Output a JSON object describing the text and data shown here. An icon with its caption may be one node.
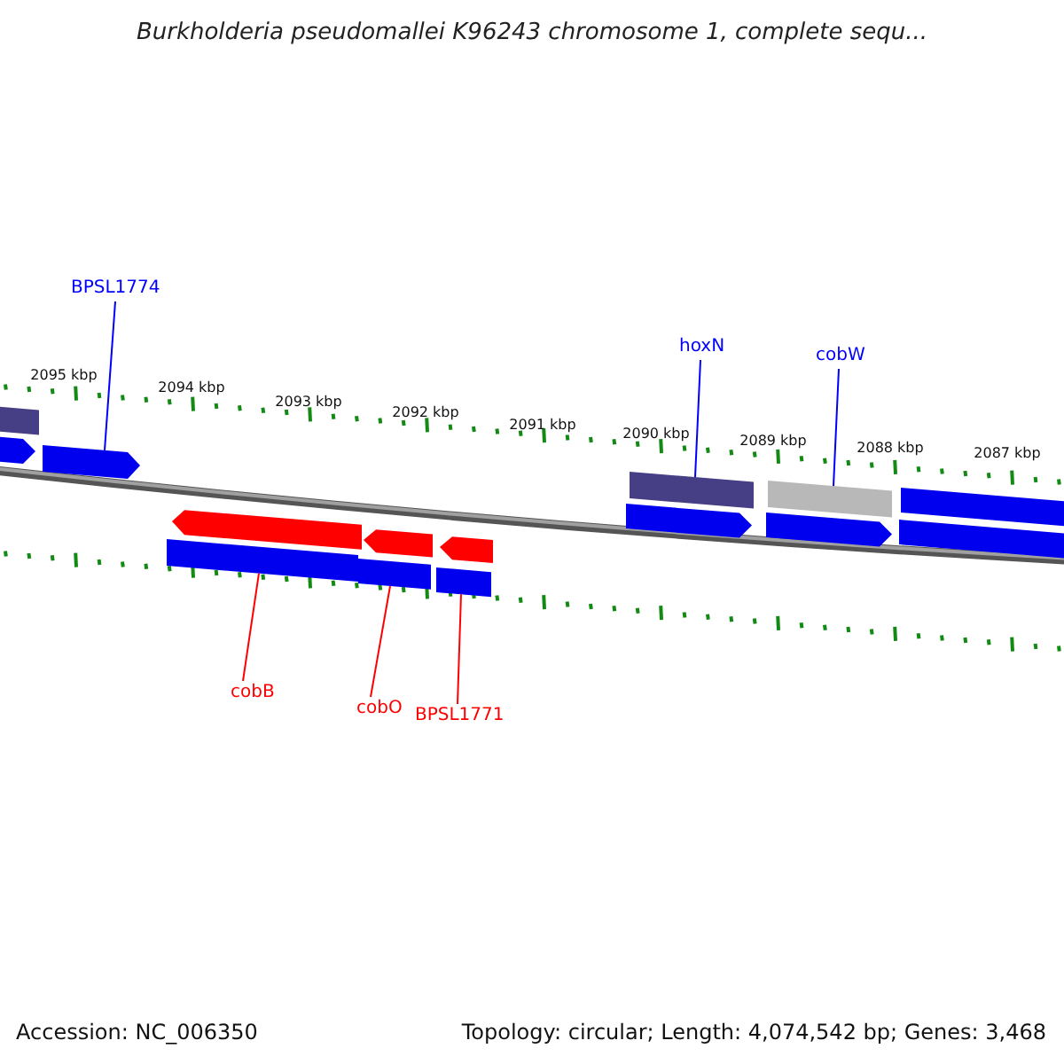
{
  "diagram": {
    "title": "Burkholderia pseudomallei K96243 chromosome 1, complete sequ...",
    "nodes": [
      {
        "text": [
          "BPSL1774"
        ]
      },
      {
        "text": [
          "hoxN"
        ]
      },
      {
        "text": [
          "cobW"
        ]
      },
      {
        "text": [
          "cobB"
        ]
      },
      {
        "text": [
          "cobO"
        ]
      },
      {
        "text": [
          "BPSL1771"
        ]
      },
      {
        "text": [],
        "shape": "bar"
      },
      {
        "text": [],
        "shape": "bar"
      },
      {
        "text": [],
        "shape": "bar"
      },
      {
        "text": [],
        "shape": "bar"
      },
      {
        "text": [],
        "shape": "bar"
      },
      {
        "text": [],
        "shape": "bar"
      },
      {
        "text": [],
        "shape": "bar"
      },
      {
        "text": [],
        "shape": "bar"
      },
      {
        "text": [],
        "shape": "bar"
      },
      {
        "text": [],
        "shape": "bar"
      },
      {
        "text": [],
        "shape": "bar"
      },
      {
        "text": [],
        "shape": "bar"
      },
      {
        "text": [],
        "shape": "bar"
      },
      {
        "text": [],
        "shape": "bar"
      },
      {
        "text": [],
        "shape": "bar"
      }
    ],
    "edges": [
      {
        "from": 0,
        "to": 6,
        "arrow": "none",
        "color": "#0000ff"
      },
      {
        "from": 1,
        "to": 7,
        "arrow": "none",
        "color": "#0000ff"
      },
      {
        "from": 2,
        "to": 8,
        "arrow": "none",
        "color": "#0000ff"
      },
      {
        "from": 3,
        "to": 9,
        "arrow": "none",
        "color": "#ff0000"
      },
      {
        "from": 4,
        "to": 10,
        "arrow": "none",
        "color": "#ff0000"
      },
      {
        "from": 5,
        "to": 11,
        "arrow": "none",
        "color": "#ff0000"
      }
    ],
    "labels": [
      "2095 kbp",
      "2094 kbp",
      "2093 kbp",
      "2092 kbp",
      "2091 kbp",
      "2090 kbp",
      "2089 kbp",
      "2088 kbp",
      "2087 kbp",
      "Accession: NC_006350",
      "Topology: circular; Length: 4,074,542 bp; Genes: 3,468"
    ]
  }
}
